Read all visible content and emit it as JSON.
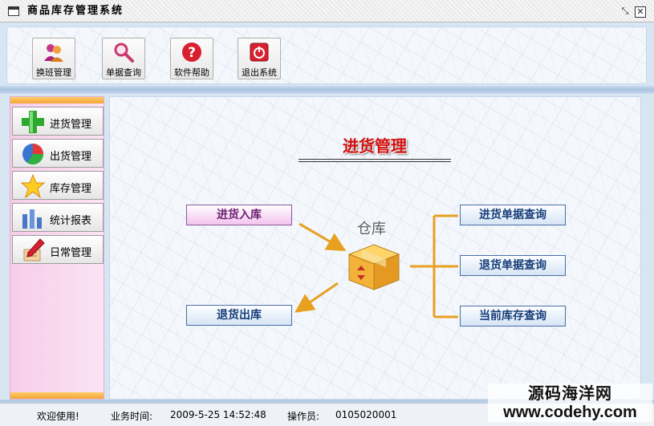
{
  "window": {
    "title": "商品库存管理系统",
    "restore_glyph": "⤡",
    "close_glyph": "✕"
  },
  "toolbar": {
    "items": [
      {
        "label": "换班管理",
        "icon": "users-icon"
      },
      {
        "label": "单据查询",
        "icon": "magnifier-icon"
      },
      {
        "label": "软件帮助",
        "icon": "help-icon"
      },
      {
        "label": "退出系统",
        "icon": "power-icon"
      }
    ]
  },
  "sidebar": {
    "items": [
      {
        "label": "进货管理",
        "icon": "plus-icon"
      },
      {
        "label": "出货管理",
        "icon": "pie-icon"
      },
      {
        "label": "库存管理",
        "icon": "star-icon"
      },
      {
        "label": "统计报表",
        "icon": "bar-chart-icon"
      },
      {
        "label": "日常管理",
        "icon": "pencil-icon"
      }
    ]
  },
  "main": {
    "title": "进货管理",
    "warehouse_label": "仓库",
    "left_buttons": {
      "stock_in": "进货入库",
      "return_out": "退货出库"
    },
    "right_buttons": {
      "purchase_query": "进货单据查询",
      "return_query": "退货单据查询",
      "inventory_query": "当前库存查询"
    }
  },
  "status": {
    "welcome": "欢迎使用!",
    "business_time_label": "业务时间:",
    "business_time": "2009-5-25 14:52:48",
    "operator_label": "操作员:",
    "operator": "0105020001"
  },
  "watermark": {
    "line1": "源码海洋网",
    "line2": "www.codehy.com"
  },
  "colors": {
    "title_red": "#d31010",
    "sidebar_pink": "#f7cde9",
    "band_orange": "#f4a63a",
    "arrow_orange": "#e8a020"
  }
}
